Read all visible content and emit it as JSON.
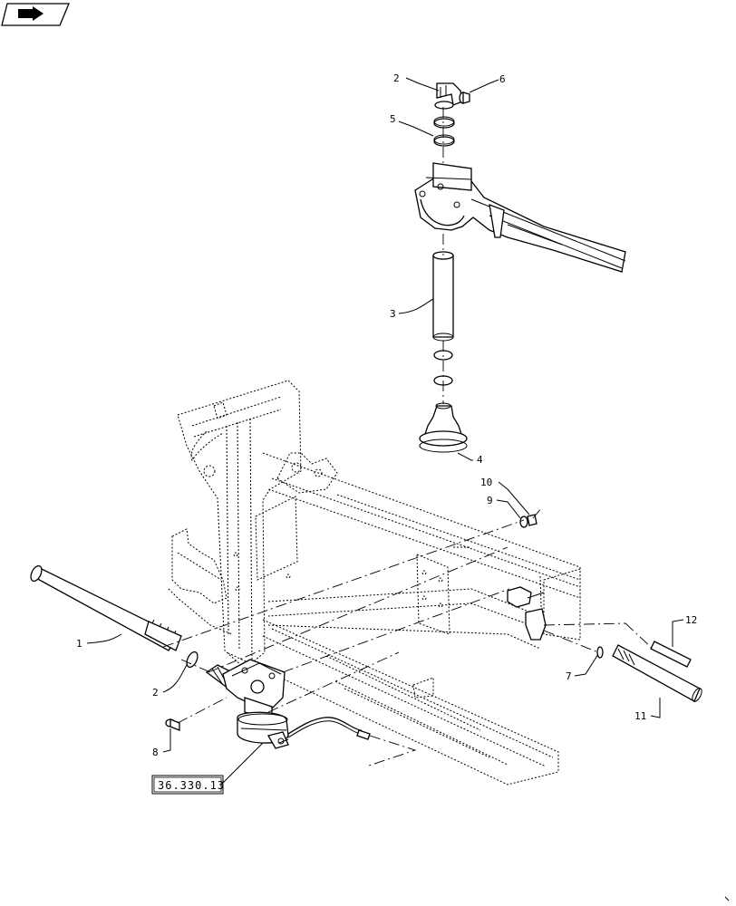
{
  "labels": {
    "l1": "1",
    "l2a": "2",
    "l2b": "2",
    "l3": "3",
    "l4": "4",
    "l5": "5",
    "l6": "6",
    "l7": "7",
    "l8": "8",
    "l9": "9",
    "l10": "10",
    "l11": "11",
    "l12": "12"
  },
  "reference_box": "36.330.13",
  "icons": {
    "nav": "next-page-arrow-icon"
  }
}
